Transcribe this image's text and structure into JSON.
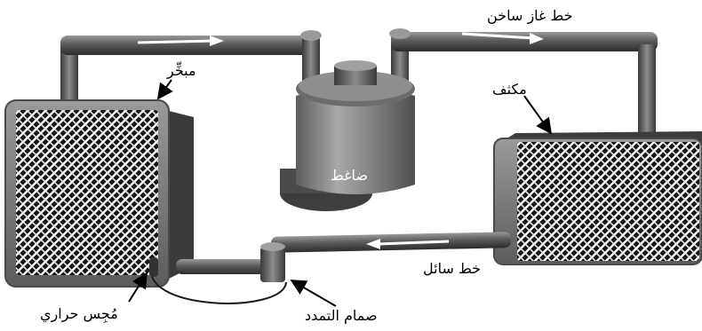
{
  "labels": {
    "evaporator": "مبخِّر",
    "hot_gas_line": "خط غاز ساخن",
    "condenser": "مكثف",
    "compressor": "ضاغط",
    "liquid_line": "خط سائل",
    "expansion_valve": "صمام التمدد",
    "thermal_sensor": "مُجِس حراري"
  },
  "colors": {
    "pipe": "#4a4a4a",
    "pipe_highlight": "#9a9a9a",
    "coil_frame": "#6f6f6f",
    "coil_mesh_light": "#ffffff",
    "coil_mesh_dark": "#1a1a1a",
    "compressor_body": "#7c7c7c",
    "flow_arrow": "#ffffff"
  }
}
